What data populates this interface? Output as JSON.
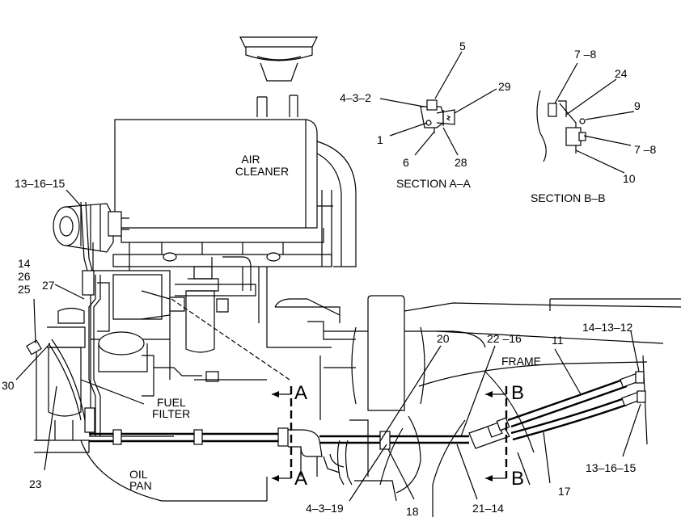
{
  "components": {
    "air_cleaner": [
      "AIR",
      "CLEANER"
    ],
    "fuel_filter": [
      "FUEL",
      "FILTER"
    ],
    "oil_pan": [
      "OIL",
      "PAN"
    ],
    "frame": "FRAME"
  },
  "sections": {
    "a_title": "SECTION A–A",
    "b_title": "SECTION B–B",
    "a_marker": "A",
    "b_marker": "B"
  },
  "callouts": {
    "c_13_16_15_left": "13–16–15",
    "c_14": "14",
    "c_26": "26",
    "c_25": "25",
    "c_27": "27",
    "c_30": "30",
    "c_23": "23",
    "c_4_3_19": "4–3–19",
    "c_18": "18",
    "c_20": "20",
    "c_22_16": "22 –16",
    "c_21_14": "21–14",
    "c_11": "11",
    "c_14_13_12": "14–13–12",
    "c_13_16_15_right": "13–16–15",
    "c_17": "17",
    "c_5": "5",
    "c_4_3_2": "4–3–2",
    "c_29": "29",
    "c_1": "1",
    "c_6": "6",
    "c_28": "28",
    "c_7_8_top": "7 –8",
    "c_24": "24",
    "c_9": "9",
    "c_7_8_right": "7 –8",
    "c_10": "10"
  }
}
